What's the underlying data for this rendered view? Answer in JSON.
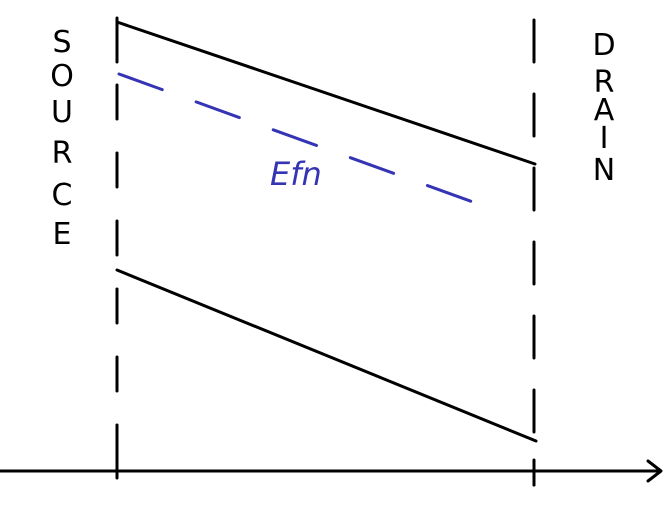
{
  "diagram": {
    "source_letters": [
      "S",
      "O",
      "U",
      "R",
      "C",
      "E"
    ],
    "drain_letters": [
      "D",
      "R",
      "A",
      "I",
      "N"
    ],
    "fermi_label": "Efn",
    "colors": {
      "ink": "#000000",
      "fermi_level": "#3434b4"
    }
  }
}
